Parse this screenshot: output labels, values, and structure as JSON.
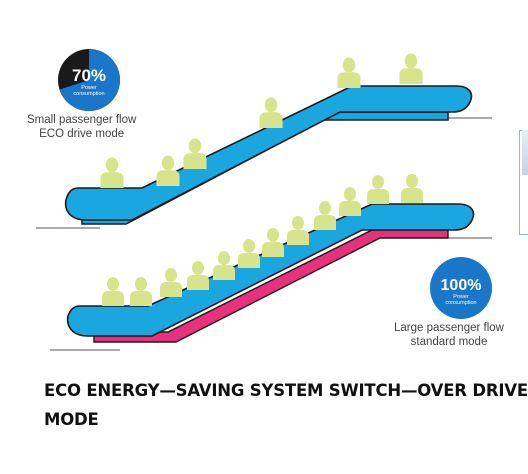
{
  "eco": {
    "percent": "70%",
    "sub_line1": "Power",
    "sub_line2": "consumption",
    "label_line1": "Small passenger flow",
    "label_line2": "ECO drive mode"
  },
  "standard": {
    "percent": "100%",
    "sub_line1": "Power",
    "sub_line2": "consumption",
    "label_line1": "Large passenger flow",
    "label_line2": "standard mode"
  },
  "caption": "ECO ENERGY—SAVING SYSTEM SWITCH—OVER DRIVE MODE",
  "colors": {
    "escalator_blue": "#1aa7e0",
    "escalator_outline": "#1a1a1a",
    "skirt_pink": "#e8317a",
    "passenger": "#d8e48c",
    "badge_blue": "#1976c9",
    "badge_dark": "#1a1a1a"
  },
  "eco_power_fraction": 0.7,
  "standard_power_fraction": 1.0
}
